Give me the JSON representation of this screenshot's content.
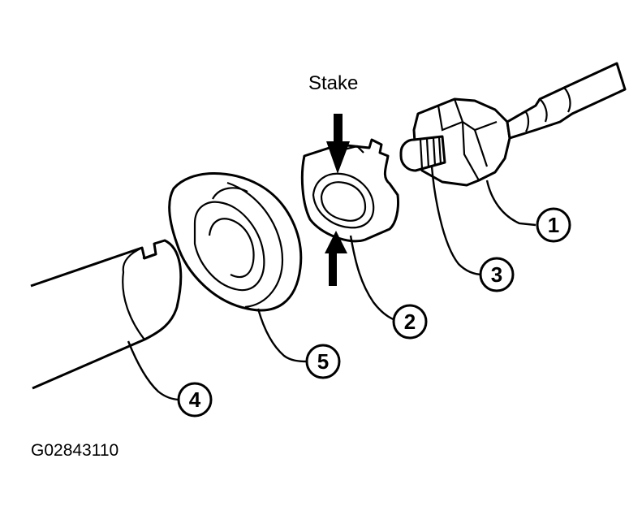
{
  "diagram": {
    "stake_label": "Stake",
    "figure_code": "G02843110",
    "callouts": {
      "c1": "1",
      "c2": "2",
      "c3": "3",
      "c4": "4",
      "c5": "5"
    }
  }
}
